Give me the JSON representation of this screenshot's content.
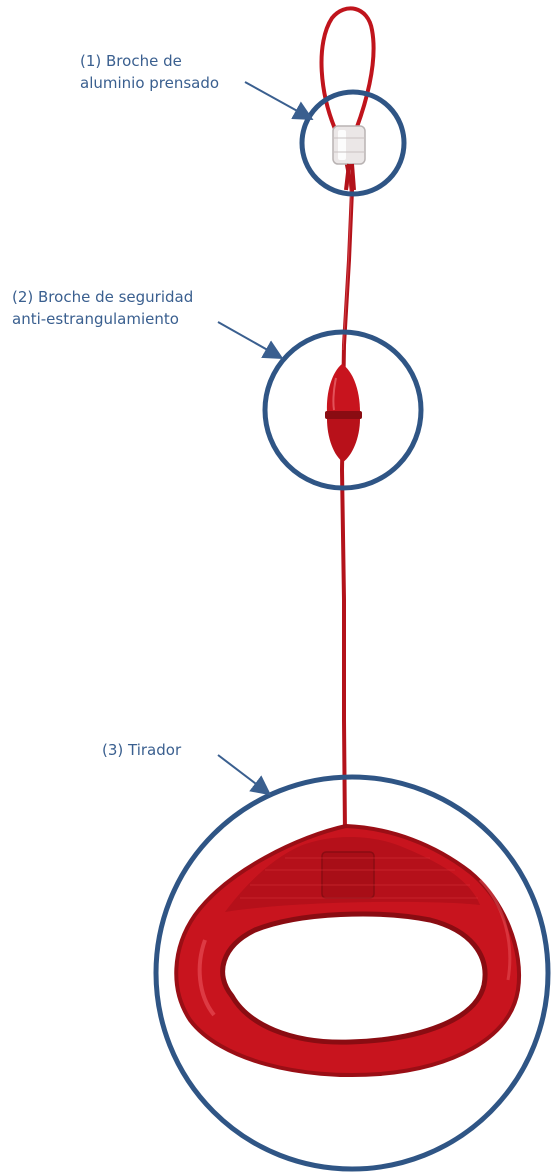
{
  "callouts": [
    {
      "number": "(1)",
      "line1": "(1) Broche de",
      "line2": "aluminio prensado"
    },
    {
      "number": "(2)",
      "line1": "(2) Broche de seguridad",
      "line2": "anti-estrangulamiento"
    },
    {
      "number": "(3)",
      "line1": "(3) Tirador"
    }
  ],
  "colors": {
    "label": "#3a5f8f",
    "circle": "#2f5585",
    "cord": "#c0141c",
    "cord_dark": "#8e0e14",
    "handle": "#c8141e",
    "handle_dark": "#8a0c12",
    "clip": "#e8e4e4"
  }
}
